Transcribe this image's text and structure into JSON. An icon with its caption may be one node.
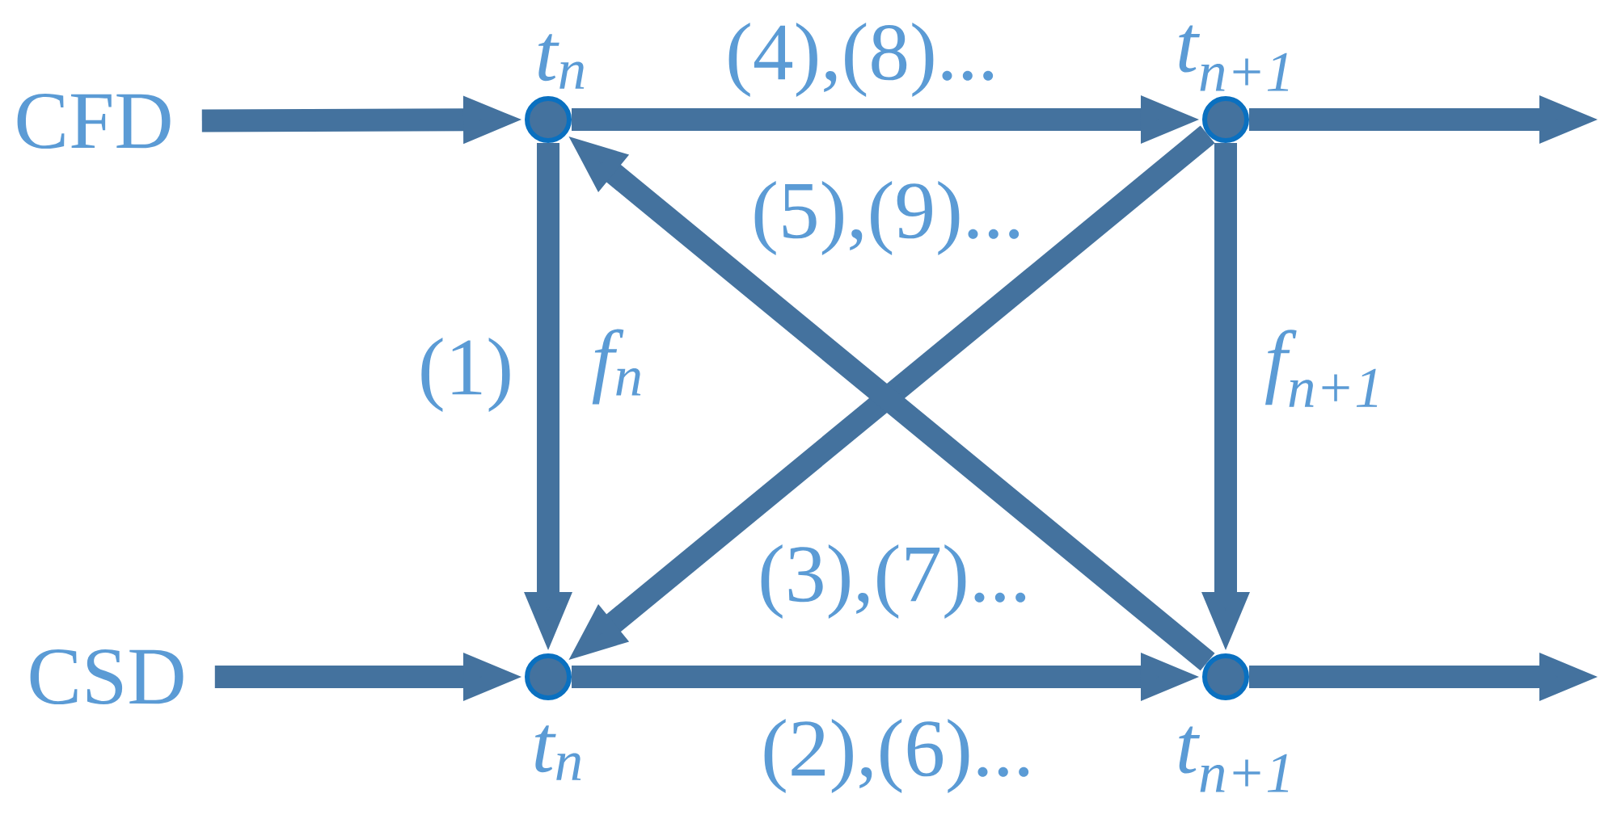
{
  "diagram": {
    "nodes": [
      {
        "text": [
          "CFD"
        ]
      },
      {
        "text": [],
        "shape": "circle",
        "beside": [
          "t$_{n}$"
        ]
      },
      {
        "text": [],
        "shape": "circle",
        "beside": [
          "t$_{n+1}$"
        ]
      },
      {
        "text": [
          "CSD"
        ]
      },
      {
        "text": [],
        "shape": "circle",
        "beside": [
          "t$_{n}$"
        ]
      },
      {
        "text": [],
        "shape": "circle",
        "beside": [
          "t$_{n+1}$"
        ]
      }
    ],
    "edges": [
      {
        "from": 0,
        "to": 1,
        "arrow": "to"
      },
      {
        "from": 1,
        "to": 2,
        "arrow": "to",
        "label": "(4),(8)..."
      },
      {
        "from": 2,
        "to": null,
        "arrow": "to"
      },
      {
        "from": 2,
        "to": 4,
        "arrow": "to",
        "label": "(5),(9)..."
      },
      {
        "from": 1,
        "to": 4,
        "arrow": "to",
        "label": "(1)"
      },
      {
        "from": 2,
        "to": 5,
        "arrow": "to",
        "label": "f$_{n+1}$"
      },
      {
        "from": 5,
        "to": 1,
        "arrow": "to",
        "label": "(3),(7)..."
      },
      {
        "from": 3,
        "to": 4,
        "arrow": "to"
      },
      {
        "from": 4,
        "to": 5,
        "arrow": "to",
        "label": "(2),(6)..."
      },
      {
        "from": 5,
        "to": null,
        "arrow": "to"
      }
    ],
    "labels": [
      "f$_{n}$"
    ]
  }
}
